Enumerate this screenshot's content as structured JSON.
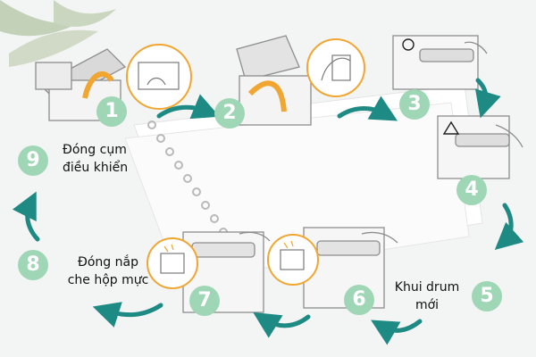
{
  "colors": {
    "badge": "#9fd6b6",
    "arrow": "#1e8a84",
    "zoom_ring": "#f0a631",
    "paper": "#ffffff",
    "device_line": "#9a9a9a"
  },
  "steps": [
    {
      "number": "1"
    },
    {
      "number": "2"
    },
    {
      "number": "3",
      "marker": "circle"
    },
    {
      "number": "4",
      "marker": "triangle"
    },
    {
      "number": "5",
      "label_line1": "Khui drum",
      "label_line2": "mới"
    },
    {
      "number": "6"
    },
    {
      "number": "7"
    },
    {
      "number": "8",
      "label_line1": "Đóng nắp",
      "label_line2": "che hộp mực"
    },
    {
      "number": "9",
      "label_line1": "Đóng cụm",
      "label_line2": "điều khiển"
    }
  ]
}
